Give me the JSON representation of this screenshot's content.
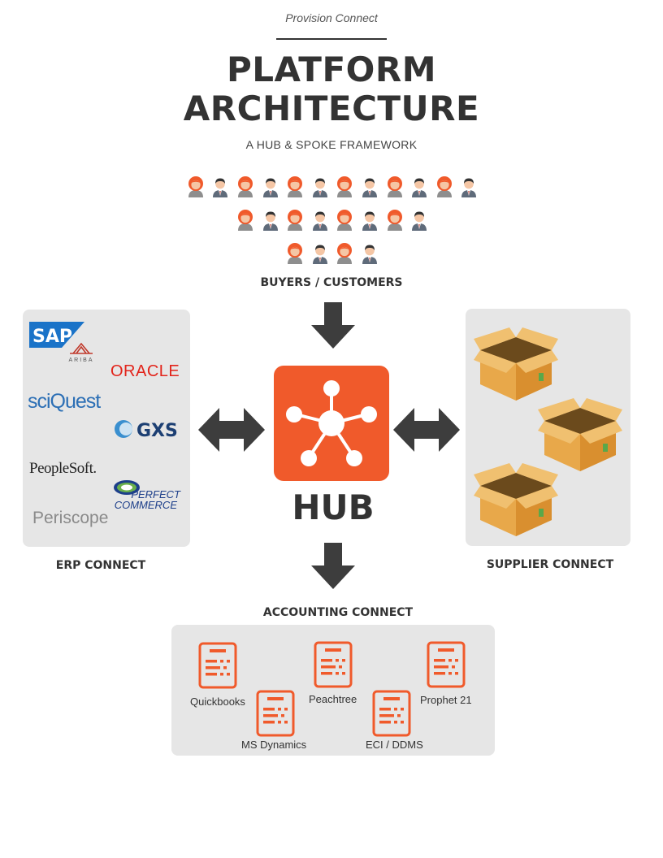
{
  "header": {
    "brand": "Provision Connect",
    "title_line1": "PLATFORM",
    "title_line2": "ARCHITECTURE",
    "subtitle": "A HUB & SPOKE FRAMEWORK"
  },
  "buyers": {
    "label": "BUYERS / CUSTOMERS",
    "rows": [
      12,
      8,
      4
    ]
  },
  "erp": {
    "label": "ERP CONNECT",
    "logos": [
      "SAP",
      "ARIBA",
      "ORACLE",
      "sciQuest",
      "GXS",
      "PeopleSoft.",
      "PERFECT",
      "COMMERCE",
      "Periscope"
    ]
  },
  "hub": {
    "label": "HUB"
  },
  "supplier": {
    "label": "SUPPLIER CONNECT"
  },
  "accounting": {
    "label": "ACCOUNTING CONNECT",
    "items": [
      "Quickbooks",
      "Peachtree",
      "Prophet 21",
      "MS Dynamics",
      "ECI / DDMS"
    ]
  },
  "colors": {
    "accent": "#f05a2b",
    "dark": "#333333",
    "arrow": "#3d3d3d",
    "panel": "#e6e6e6",
    "box": "#e8a84a"
  }
}
